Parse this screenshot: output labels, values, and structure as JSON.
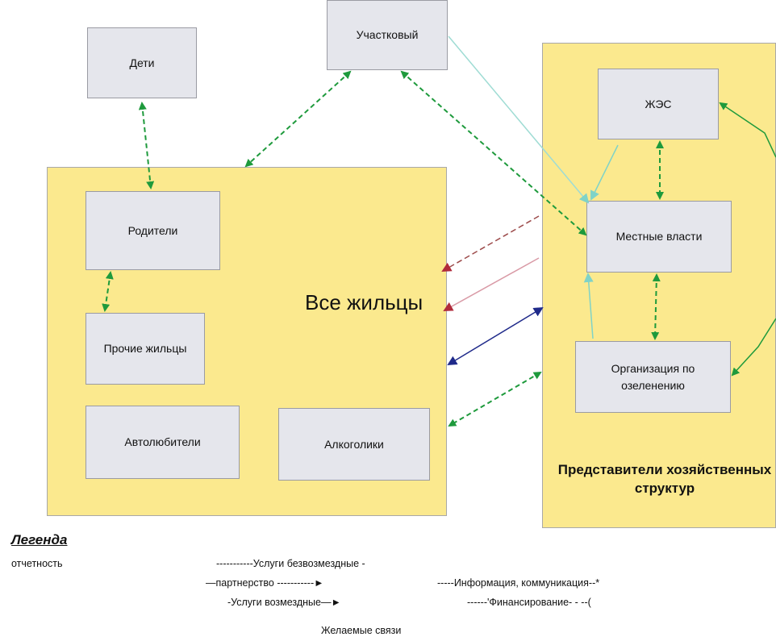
{
  "regions": {
    "residents_label": "Все жильцы",
    "business_label": "Представители хозяйственных структур"
  },
  "nodes": {
    "deti": "Дети",
    "uchastkovy": "Участковый",
    "roditeli": "Родители",
    "prochie": "Прочие жильцы",
    "avtolyubiteli": "Автолюбители",
    "alkogoliki": "Алкоголики",
    "zhes": "ЖЭС",
    "mestnye": "Местные власти",
    "organizaciya": "Организация по озеленению"
  },
  "legend": {
    "title": "Легенда",
    "line1": "отчетность",
    "line2": "-----------Услуги безвозмездные -",
    "line3": "—партнерство -----------►",
    "line4": "-----Информация, коммуникация--*",
    "line5": "-Услуги возмездные—►",
    "line6": "------'Финансирование- - --(",
    "line7": "Желаемые связи"
  },
  "colors": {
    "region_fill": "#fbe98e",
    "node_fill": "#e5e6ec",
    "green": "#1e9a3c",
    "teal": "#7fd3c8",
    "dark_red": "#9c4a4a",
    "pink": "#d99aa6",
    "navy": "#1f2a8a"
  }
}
